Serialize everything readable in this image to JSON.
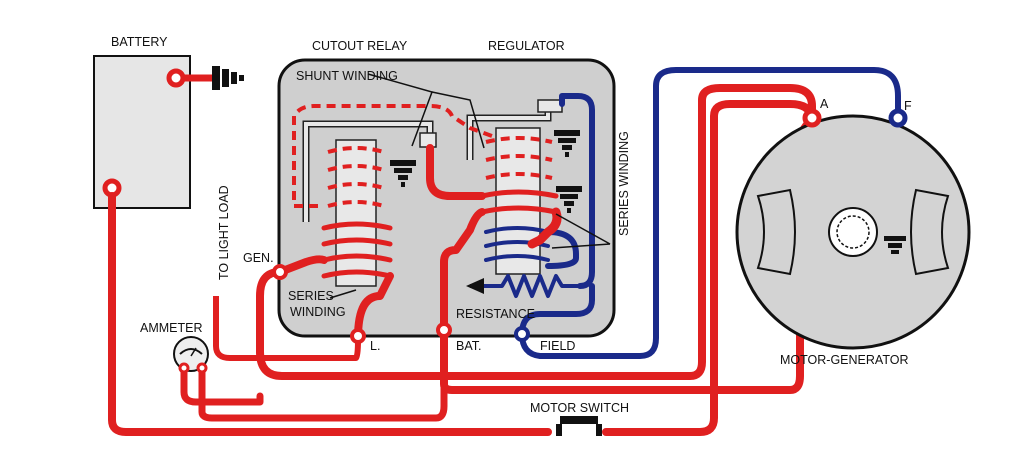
{
  "labels": {
    "battery": "BATTERY",
    "cutout_relay": "CUTOUT RELAY",
    "regulator": "REGULATOR",
    "shunt_winding": "SHUNT WINDING",
    "series_winding_vertical": "SERIES WINDING",
    "to_light_load": "TO LIGHT LOAD",
    "gen": "GEN.",
    "series_winding_a": "SERIES",
    "series_winding_b": "WINDING",
    "resistance": "RESISTANCE",
    "terminal_l": "L.",
    "terminal_bat": "BAT.",
    "terminal_field": "FIELD",
    "ammeter": "AMMETER",
    "motor_switch": "MOTOR SWITCH",
    "motor_generator": "MOTOR-GENERATOR",
    "terminal_a": "A",
    "terminal_f": "F"
  },
  "colors": {
    "red_wire": "#e02020",
    "blue_wire": "#1a2a8a",
    "panel_fill": "#cfcfcf",
    "outline": "#111111"
  }
}
